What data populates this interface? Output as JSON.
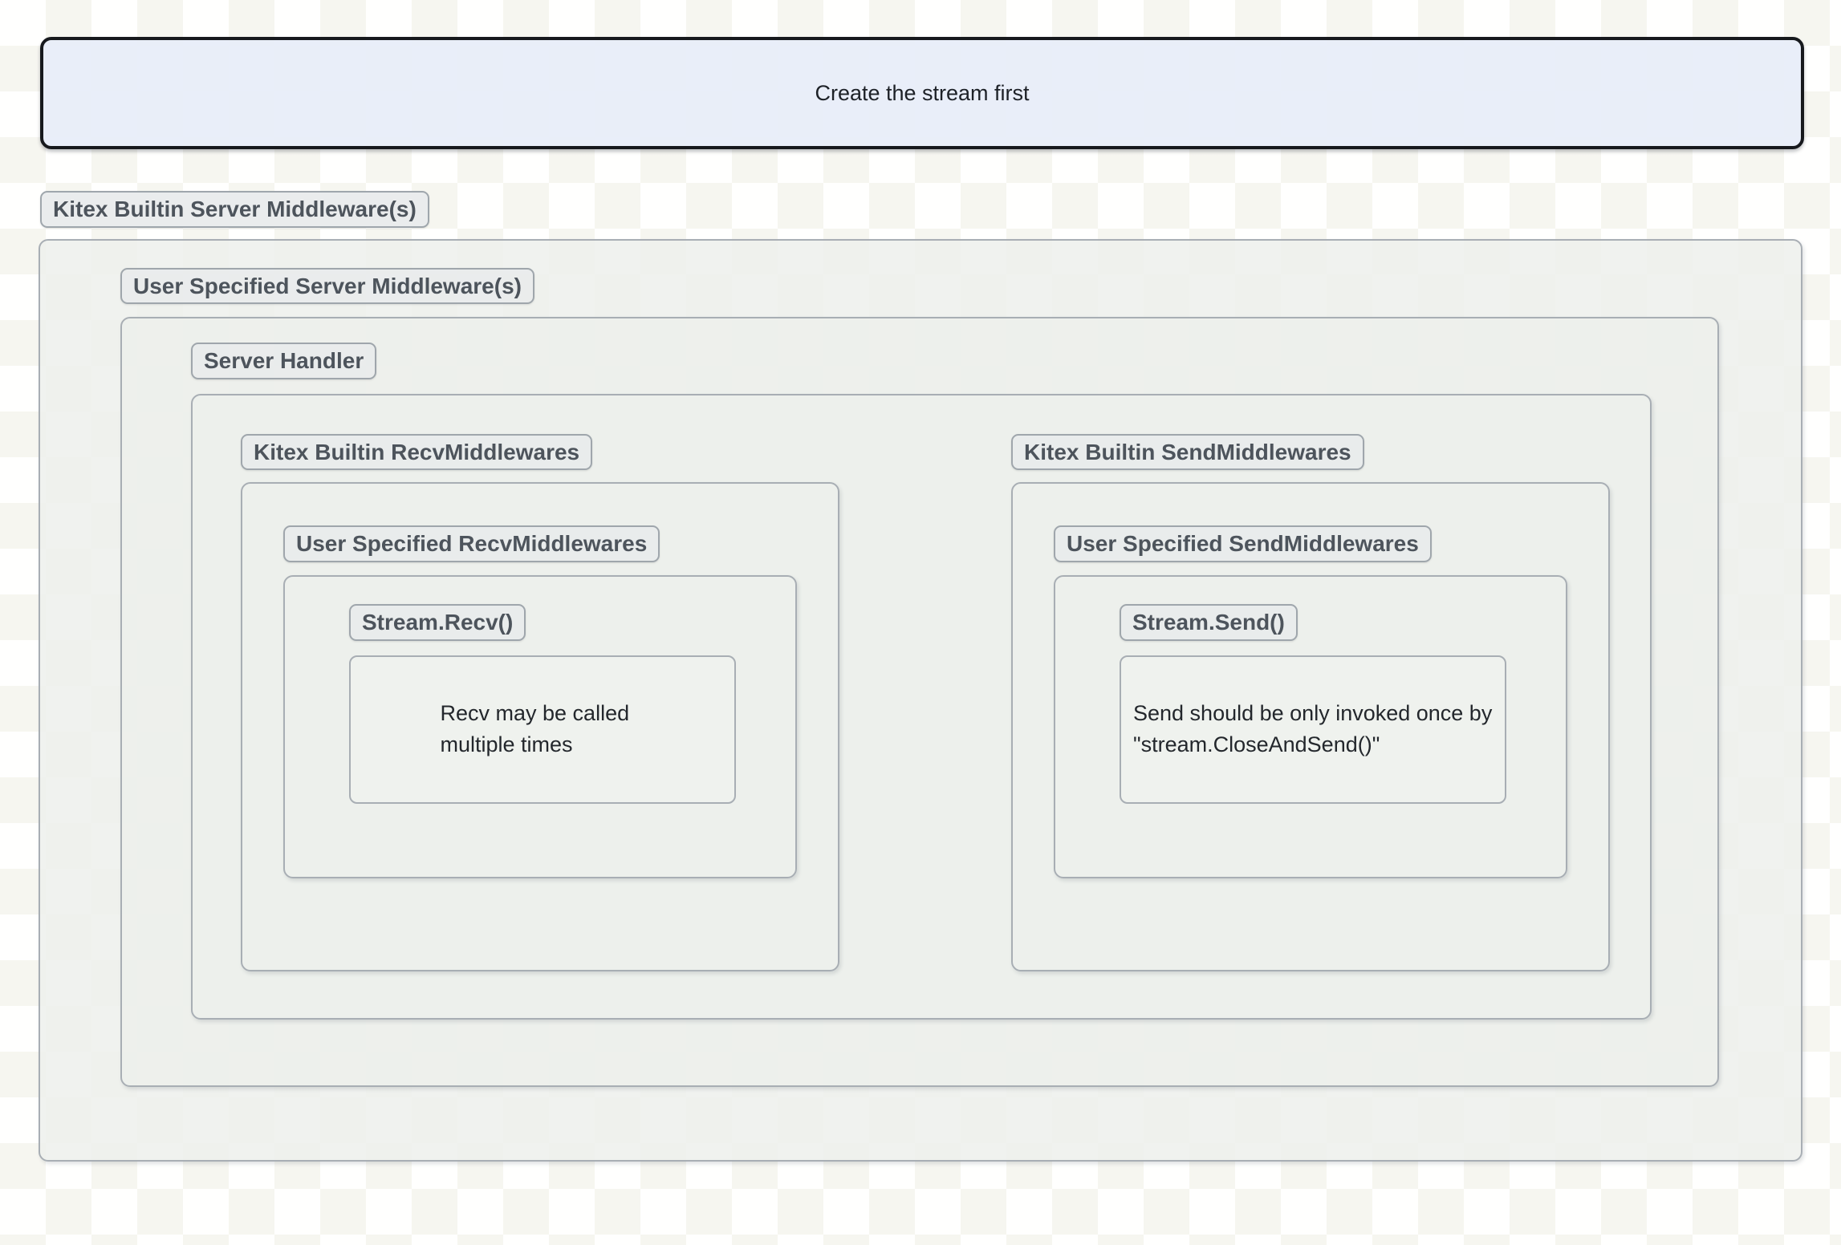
{
  "banner": {
    "label": "Create the stream first"
  },
  "labels": {
    "builtin_server": "Kitex Builtin Server Middleware(s)",
    "user_server": "User Specified Server Middleware(s)",
    "server_handler": "Server Handler",
    "builtin_recv": "Kitex Builtin RecvMiddlewares",
    "user_recv": "User Specified RecvMiddlewares",
    "stream_recv": "Stream.Recv()",
    "recv_note": "Recv may be called multiple times",
    "builtin_send": "Kitex Builtin SendMiddlewares",
    "user_send": "User Specified SendMiddlewares",
    "stream_send": "Stream.Send()",
    "send_note": "Send should be only invoked once by \"stream.CloseAndSend()\""
  },
  "colors": {
    "banner_bg": "#e9edf8",
    "banner_border": "#17191d",
    "badge_bg": "#e9ebec",
    "badge_border": "#9fa6ac",
    "badge_text": "#4d545c",
    "box_border": "#a8aeb4",
    "box_bg": "#edefec",
    "note_text": "#23272c",
    "page_bg": "#fffffe"
  }
}
